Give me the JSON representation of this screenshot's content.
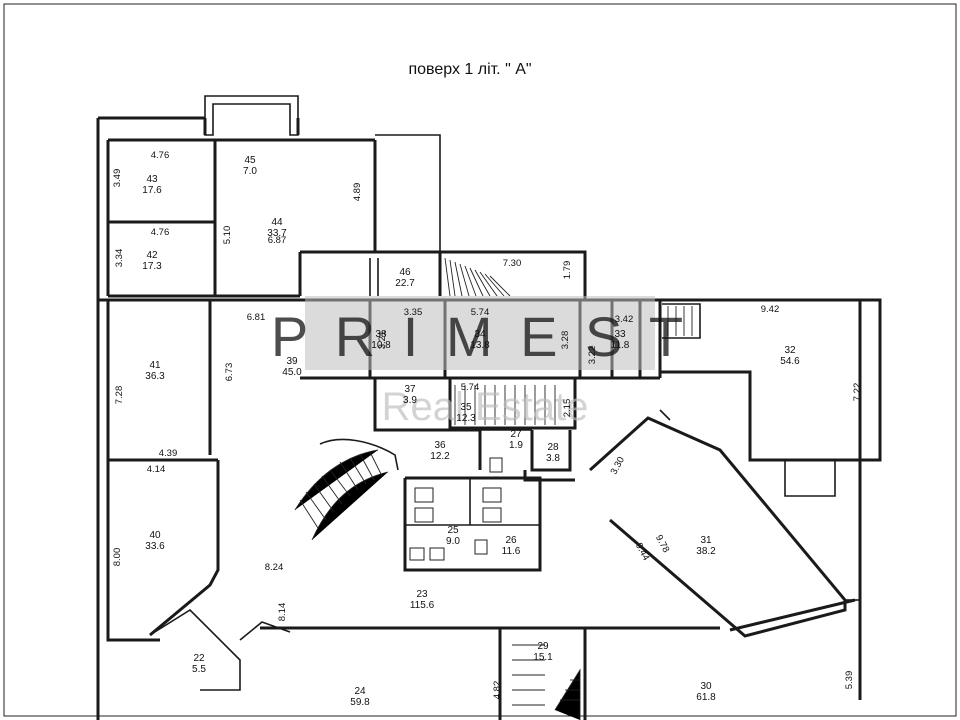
{
  "title": "поверх 1 літ.  \" А\"",
  "watermark": {
    "top": "P R I M E S T",
    "bottom": "Real Estate"
  },
  "rooms": [
    {
      "no": "45",
      "area": "7.0"
    },
    {
      "no": "43",
      "area": "17.6"
    },
    {
      "no": "44",
      "area": "33.7"
    },
    {
      "no": "42",
      "area": "17.3"
    },
    {
      "no": "46",
      "area": "22.7"
    },
    {
      "no": "38",
      "area": "10.8"
    },
    {
      "no": "34",
      "area": "13.8"
    },
    {
      "no": "33",
      "area": "11.8"
    },
    {
      "no": "32",
      "area": "54.6"
    },
    {
      "no": "41",
      "area": "36.3"
    },
    {
      "no": "39",
      "area": "45.0"
    },
    {
      "no": "37",
      "area": "3.9"
    },
    {
      "no": "35",
      "area": "12.3"
    },
    {
      "no": "36",
      "area": "12.2"
    },
    {
      "no": "27",
      "area": "1.9"
    },
    {
      "no": "28",
      "area": "3.8"
    },
    {
      "no": "31",
      "area": "38.2"
    },
    {
      "no": "40",
      "area": "33.6"
    },
    {
      "no": "25",
      "area": "9.0"
    },
    {
      "no": "26",
      "area": "11.6"
    },
    {
      "no": "23",
      "area": "115.6"
    },
    {
      "no": "22",
      "area": "5.5"
    },
    {
      "no": "24",
      "area": "59.8"
    },
    {
      "no": "29",
      "area": "15.1"
    },
    {
      "no": "30",
      "area": "61.8"
    }
  ],
  "dimensions": [
    "4.76",
    "3.49",
    "4.89",
    "5.10",
    "6.87",
    "4.76",
    "3.34",
    "7.30",
    "1.79",
    "6.81",
    "3.35",
    "5.74",
    "3.21",
    "3.28",
    "3.42",
    "3.22",
    "9.42",
    "7.28",
    "6.73",
    "5.74",
    "2.15",
    "7.22",
    "4.39",
    "4.14",
    "3.30",
    "9.78",
    "9.44",
    "8.00",
    "8.24",
    "8.14",
    "4.82",
    "5.39"
  ]
}
